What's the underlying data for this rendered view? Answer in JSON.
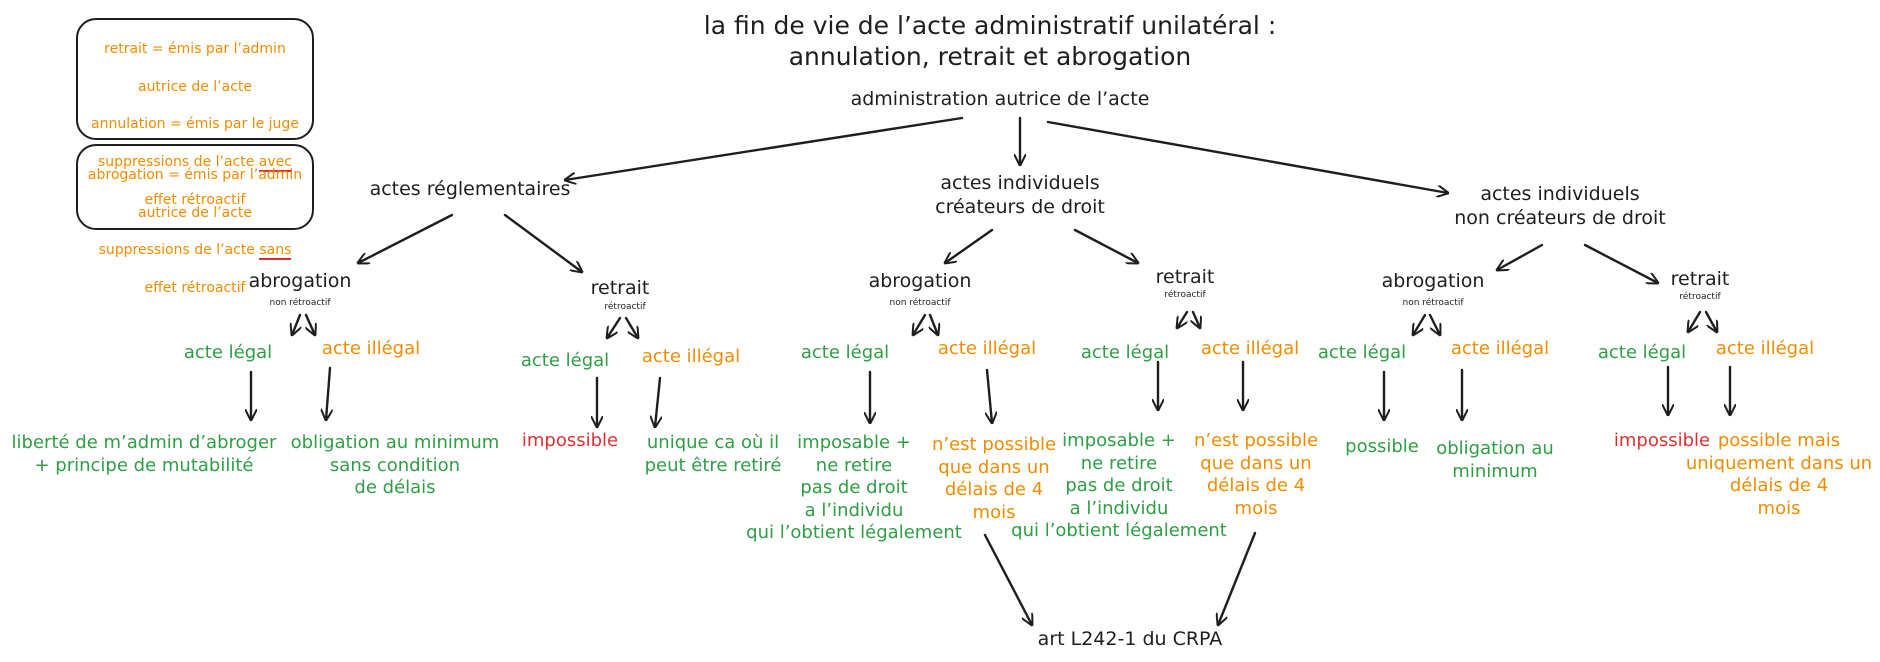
{
  "title": "la fin de vie de l’acte administratif unilatéral :\nannulation, retrait et abrogation",
  "root": "administration autrice de l’acte",
  "legend": {
    "box1": {
      "line1": "retrait = émis par l’admin",
      "line2": "autrice de l’acte",
      "line3": "annulation = émis par le juge",
      "line4_pre": "suppressions de l’acte ",
      "line4_emph": "avec",
      "line5": "effet rétroactif"
    },
    "box2": {
      "line1": "abrogation = émis par l’admin",
      "line2": "autrice de l’acte",
      "line3_pre": "suppressions de l’acte ",
      "line3_emph": "sans",
      "line4": "effet rétroactif"
    }
  },
  "categories": {
    "reg": "actes réglementaires",
    "crea": "actes individuels\ncréateurs de droit",
    "noncrea": "actes individuels\nnon créateurs de droit"
  },
  "modes": {
    "abrogation": "abrogation",
    "retrait": "retrait",
    "non_retro": "non rétroactif",
    "retro": "rétroactif"
  },
  "cases": {
    "legal": "acte légal",
    "illegal": "acte illégal"
  },
  "outcomes": {
    "reg_abro_legal": "liberté de m’admin d’abroger\n+ principe de mutabilité",
    "reg_abro_illegal": "obligation au minimum\nsans condition\nde délais",
    "reg_ret_legal": "impossible",
    "reg_ret_illegal": "unique ca où il\npeut être retiré",
    "crea_abro_legal": "imposable +\nne retire\npas de droit\na l’individu\nqui l’obtient légalement",
    "crea_abro_illegal": "n’est possible\nque dans un\ndélais de 4\nmois",
    "crea_ret_legal": "imposable +\nne retire\npas de droit\na l’individu\nqui l’obtient légalement",
    "crea_ret_illegal": "n’est possible\nque dans un\ndélais de 4\nmois",
    "nc_abro_legal": "possible",
    "nc_abro_illegal": "obligation au\nminimum",
    "nc_ret_legal": "impossible",
    "nc_ret_illegal": "possible mais\nuniquement dans un\ndélais de 4\nmois"
  },
  "reference": "art L242-1 du CRPA",
  "colors": {
    "ink": "#1e1e1e",
    "green": "#2f9e44",
    "orange": "#f08c00",
    "red": "#e03131"
  }
}
